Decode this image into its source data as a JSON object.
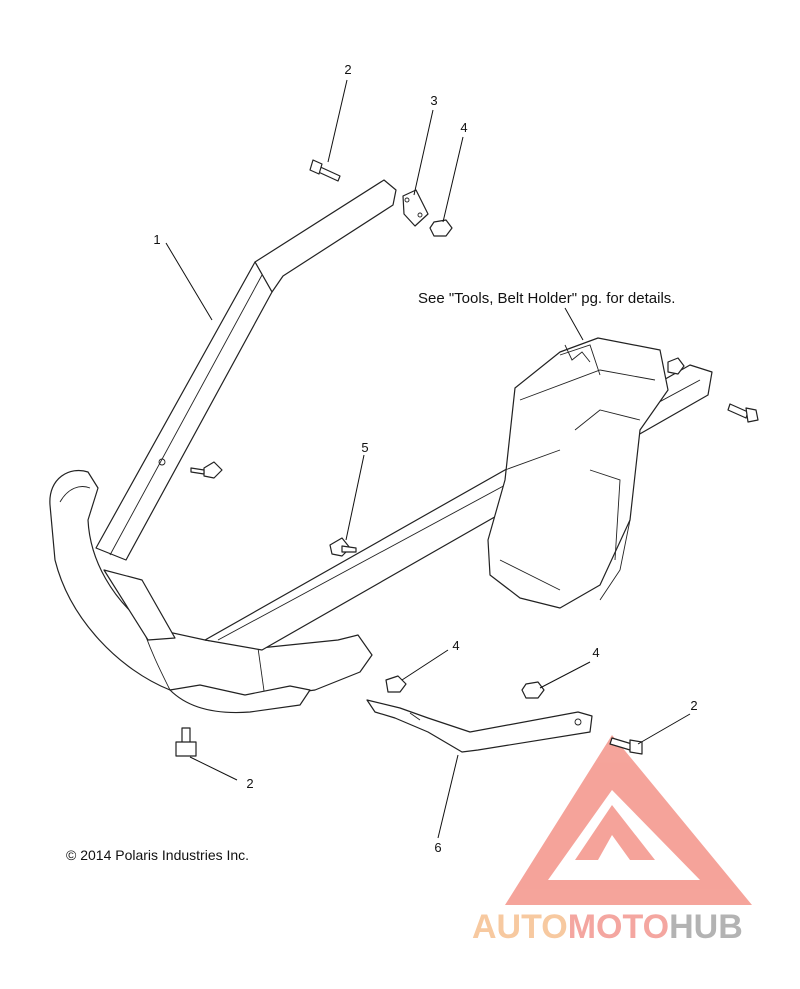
{
  "diagram": {
    "callouts": [
      {
        "id": "c1",
        "text": "1"
      },
      {
        "id": "c2a",
        "text": "2"
      },
      {
        "id": "c3",
        "text": "3"
      },
      {
        "id": "c4a",
        "text": "4"
      },
      {
        "id": "c5",
        "text": "5"
      },
      {
        "id": "c4b",
        "text": "4"
      },
      {
        "id": "c4c",
        "text": "4"
      },
      {
        "id": "c2b",
        "text": "2"
      },
      {
        "id": "c2c",
        "text": "2"
      },
      {
        "id": "c6",
        "text": "6"
      }
    ],
    "note": "See \"Tools, Belt Holder\" pg. for details.",
    "copyright": "© 2014 Polaris Industries Inc."
  },
  "watermark": {
    "part1": "AUTO",
    "part2": "MOTO",
    "part3": "HUB",
    "colors": {
      "auto": "#f7c9a0",
      "moto": "#f4a6a0",
      "hub": "#b3b3b3",
      "triangle": "#f49a90"
    }
  }
}
